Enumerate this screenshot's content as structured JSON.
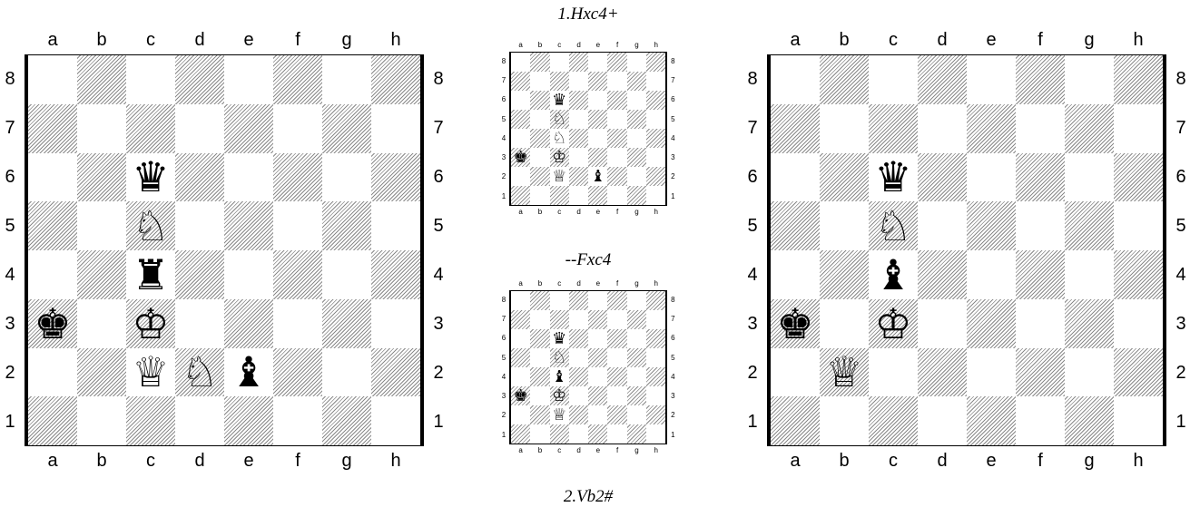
{
  "files": [
    "a",
    "b",
    "c",
    "d",
    "e",
    "f",
    "g",
    "h"
  ],
  "ranks": [
    "8",
    "7",
    "6",
    "5",
    "4",
    "3",
    "2",
    "1"
  ],
  "captions": {
    "move1": "1.Hxc4+",
    "reply1": "--Fxc4",
    "move2": "2.Vb2#"
  },
  "boards": [
    {
      "id": "initial-position",
      "pieces": [
        {
          "square": "c6",
          "piece": "queen",
          "color": "black"
        },
        {
          "square": "c5",
          "piece": "knight",
          "color": "white"
        },
        {
          "square": "c4",
          "piece": "rook",
          "color": "black"
        },
        {
          "square": "a3",
          "piece": "king",
          "color": "black"
        },
        {
          "square": "c3",
          "piece": "king",
          "color": "white"
        },
        {
          "square": "c2",
          "piece": "queen",
          "color": "white"
        },
        {
          "square": "d2",
          "piece": "knight",
          "color": "white"
        },
        {
          "square": "e2",
          "piece": "bishop",
          "color": "black"
        }
      ]
    },
    {
      "id": "after-1-hxc4",
      "pieces": [
        {
          "square": "c6",
          "piece": "queen",
          "color": "black"
        },
        {
          "square": "c5",
          "piece": "knight",
          "color": "white"
        },
        {
          "square": "c4",
          "piece": "knight",
          "color": "white"
        },
        {
          "square": "a3",
          "piece": "king",
          "color": "black"
        },
        {
          "square": "c3",
          "piece": "king",
          "color": "white"
        },
        {
          "square": "c2",
          "piece": "queen",
          "color": "white"
        },
        {
          "square": "e2",
          "piece": "bishop",
          "color": "black"
        }
      ]
    },
    {
      "id": "after-fxc4",
      "pieces": [
        {
          "square": "c6",
          "piece": "queen",
          "color": "black"
        },
        {
          "square": "c5",
          "piece": "knight",
          "color": "white"
        },
        {
          "square": "c4",
          "piece": "bishop",
          "color": "black"
        },
        {
          "square": "a3",
          "piece": "king",
          "color": "black"
        },
        {
          "square": "c3",
          "piece": "king",
          "color": "white"
        },
        {
          "square": "c2",
          "piece": "queen",
          "color": "white"
        }
      ]
    },
    {
      "id": "final-position",
      "pieces": [
        {
          "square": "c6",
          "piece": "queen",
          "color": "black"
        },
        {
          "square": "c5",
          "piece": "knight",
          "color": "white"
        },
        {
          "square": "c4",
          "piece": "bishop",
          "color": "black"
        },
        {
          "square": "a3",
          "piece": "king",
          "color": "black"
        },
        {
          "square": "c3",
          "piece": "king",
          "color": "white"
        },
        {
          "square": "b2",
          "piece": "queen",
          "color": "white"
        }
      ]
    }
  ]
}
